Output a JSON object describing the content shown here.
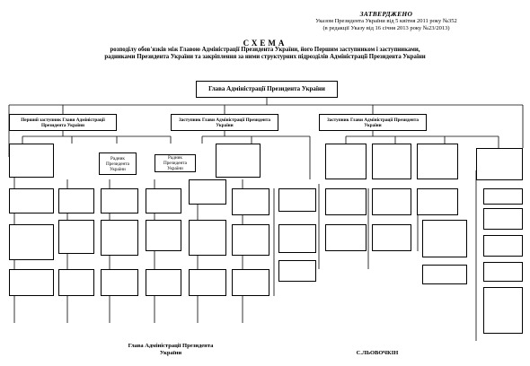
{
  "header": {
    "approved": "ЗАТВЕРДЖЕНО",
    "decree": "Указом Президента України від 5 квітня 2011 року №352",
    "edition": "(в редакції Указу від 16 січня 2013 року №23/2013)"
  },
  "title": {
    "main": "СХЕМА",
    "line1": "розподілу обов'язків між Главою Адміністрації Президента України, його Першим заступником і заступниками,",
    "line2": "радниками Президента України та закріплення за ними структурних підрозділів Адміністрації Президента України"
  },
  "head_box": "Глава Адміністрації Президента України",
  "deputies": {
    "first": "Перший заступник Глави Адміністрації Президента України",
    "second": "Заступник Глави Адміністрації Президента України",
    "third": "Заступник Глави Адміністрації Президента України"
  },
  "advisers": {
    "a1": "Радник Президента України",
    "a2": "Радник Президента України"
  },
  "units": {
    "c1": [
      "",
      "",
      "",
      ""
    ],
    "c2": [
      "",
      "",
      ""
    ],
    "c3": [
      "",
      "",
      ""
    ],
    "c4": [
      "",
      "",
      ""
    ],
    "c5": [
      "",
      "",
      ""
    ],
    "c6": [
      "",
      "",
      "",
      ""
    ],
    "c7": [
      "",
      "",
      ""
    ],
    "c8": [
      "",
      "",
      ""
    ],
    "c9": [
      "",
      ""
    ],
    "c10": [
      "",
      ""
    ],
    "c11": [
      "",
      "",
      "",
      "",
      "",
      ""
    ],
    "mid": [
      "",
      "",
      ""
    ]
  },
  "signature": {
    "position": "Глава Адміністрації Президента України",
    "name": "С.ЛЬОВОЧКІН"
  }
}
